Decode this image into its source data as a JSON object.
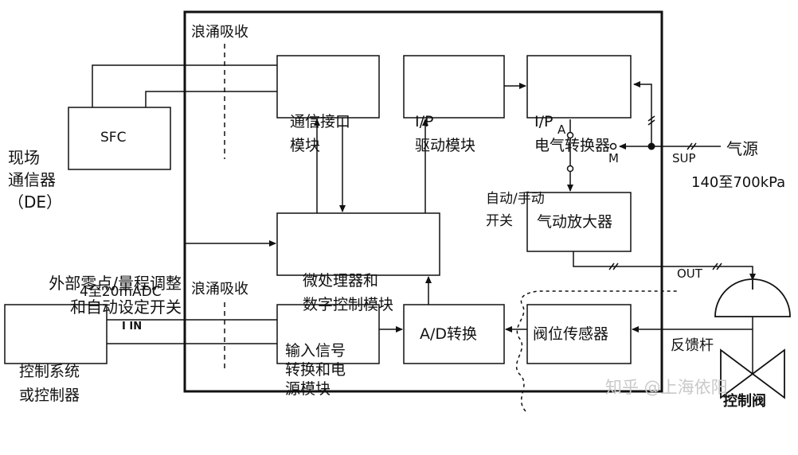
{
  "boxes": {
    "comm_interface": [
      "通信接口",
      "模块"
    ],
    "ip_driver": [
      "I/P",
      "驱动模块"
    ],
    "ip_converter": [
      "I/P",
      "电气转换器"
    ],
    "sfc": "SFC",
    "microprocessor": [
      "微处理器和",
      "数字控制模块"
    ],
    "pneumatic_amp": "气动放大器",
    "input_conv": [
      "输入信号",
      "转换和电",
      "源模块"
    ],
    "ad_conv": "A/D转换",
    "valve_sensor": "阀位传感器",
    "control_system": [
      "控制系统",
      "或控制器"
    ]
  },
  "labels": {
    "surge_top": "浪涌吸收",
    "surge_bottom": "浪涌吸收",
    "field_comm": [
      "现场",
      "通信器",
      "（DE）"
    ],
    "external_switch": [
      "外部零点/量程调整",
      "和自动设定开关"
    ],
    "signal_range": "4至20mADC",
    "iin": "I IN",
    "auto_manual": [
      "自动/手动",
      "开关"
    ],
    "a": "A",
    "m": "M",
    "air_source": "气源",
    "sup": "SUP",
    "pressure": "140至700kPa",
    "out": "OUT",
    "feedback_rod": "反馈杆",
    "control_valve": "控制阀",
    "watermark": "知乎 @上海依阳"
  }
}
